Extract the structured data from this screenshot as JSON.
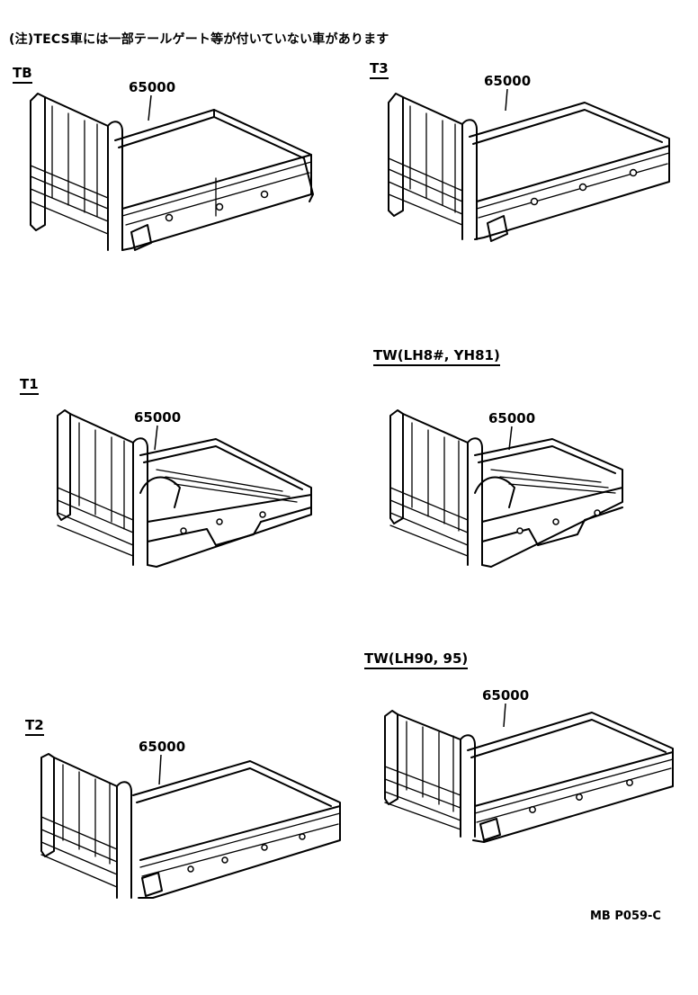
{
  "note": "(注)TECS車には一部テールゲート等が付いていない車があります",
  "footer_code": "MB P059-C",
  "variants": [
    {
      "id": "tb",
      "label": "TB",
      "part_number": "65000"
    },
    {
      "id": "t3",
      "label": "T3",
      "part_number": "65000"
    },
    {
      "id": "t1",
      "label": "T1",
      "part_number": "65000"
    },
    {
      "id": "tw1",
      "label": "TW(LH8#, YH81)",
      "part_number": "65000"
    },
    {
      "id": "t2",
      "label": "T2",
      "part_number": "65000"
    },
    {
      "id": "tw2",
      "label": "TW(LH90, 95)",
      "part_number": "65000"
    }
  ]
}
